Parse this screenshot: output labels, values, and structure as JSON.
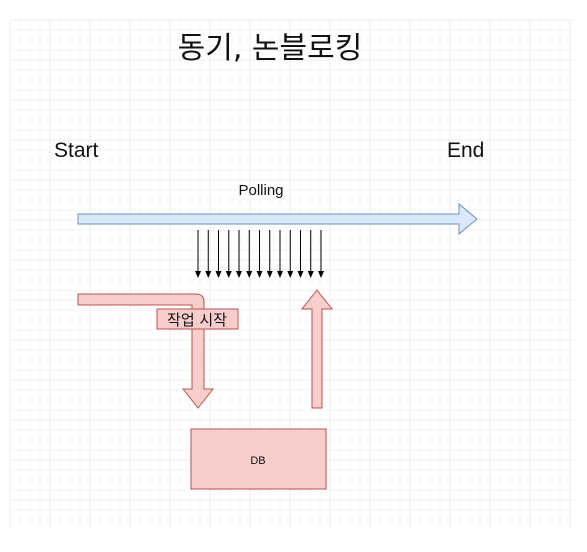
{
  "diagram": {
    "title": "동기, 논블로킹",
    "start_label": "Start",
    "end_label": "End",
    "timeline_label": "Polling",
    "request_label": "작업 시작",
    "db_label": "DB",
    "poll_count": 13,
    "colors": {
      "timeline_fill": "#dae8fc",
      "timeline_stroke": "#6c8ebf",
      "request_fill": "#f8cecc",
      "request_stroke": "#b85450",
      "grid": "#ececec"
    }
  }
}
